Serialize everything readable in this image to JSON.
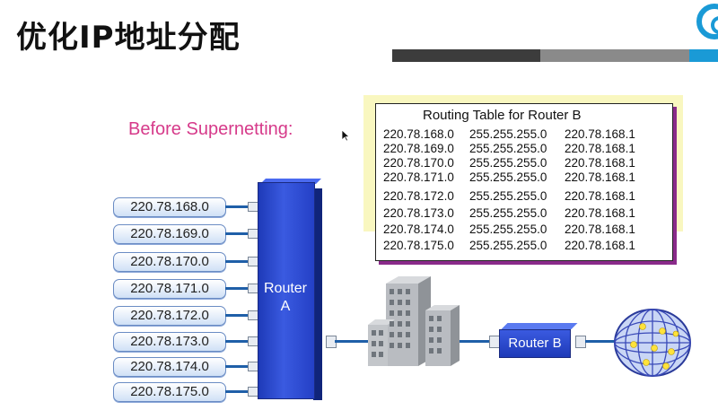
{
  "slide": {
    "title": "优化IP地址分配",
    "before_label": "Before Supernetting:"
  },
  "networks": [
    "220.78.168.0",
    "220.78.169.0",
    "220.78.170.0",
    "220.78.171.0",
    "220.78.172.0",
    "220.78.173.0",
    "220.78.174.0",
    "220.78.175.0"
  ],
  "router_a": {
    "line1": "Router",
    "line2": "A"
  },
  "router_b": {
    "label": "Router B"
  },
  "routing_table": {
    "title": "Routing Table for Router B",
    "rows": [
      [
        "220.78.168.0",
        "255.255.255.0",
        "220.78.168.1"
      ],
      [
        "220.78.169.0",
        "255.255.255.0",
        "220.78.168.1"
      ],
      [
        "220.78.170.0",
        "255.255.255.0",
        "220.78.168.1"
      ],
      [
        "220.78.171.0",
        "255.255.255.0",
        "220.78.168.1"
      ],
      [
        "220.78.172.0",
        "255.255.255.0",
        "220.78.168.1"
      ],
      [
        "220.78.173.0",
        "255.255.255.0",
        "220.78.168.1"
      ],
      [
        "220.78.174.0",
        "255.255.255.0",
        "220.78.168.1"
      ],
      [
        "220.78.175.0",
        "255.255.255.0",
        "220.78.168.1"
      ]
    ]
  },
  "colors": {
    "accent_blue": "#1a9ad6",
    "router_blue": "#2440c6",
    "before_label": "#d63a8a"
  }
}
